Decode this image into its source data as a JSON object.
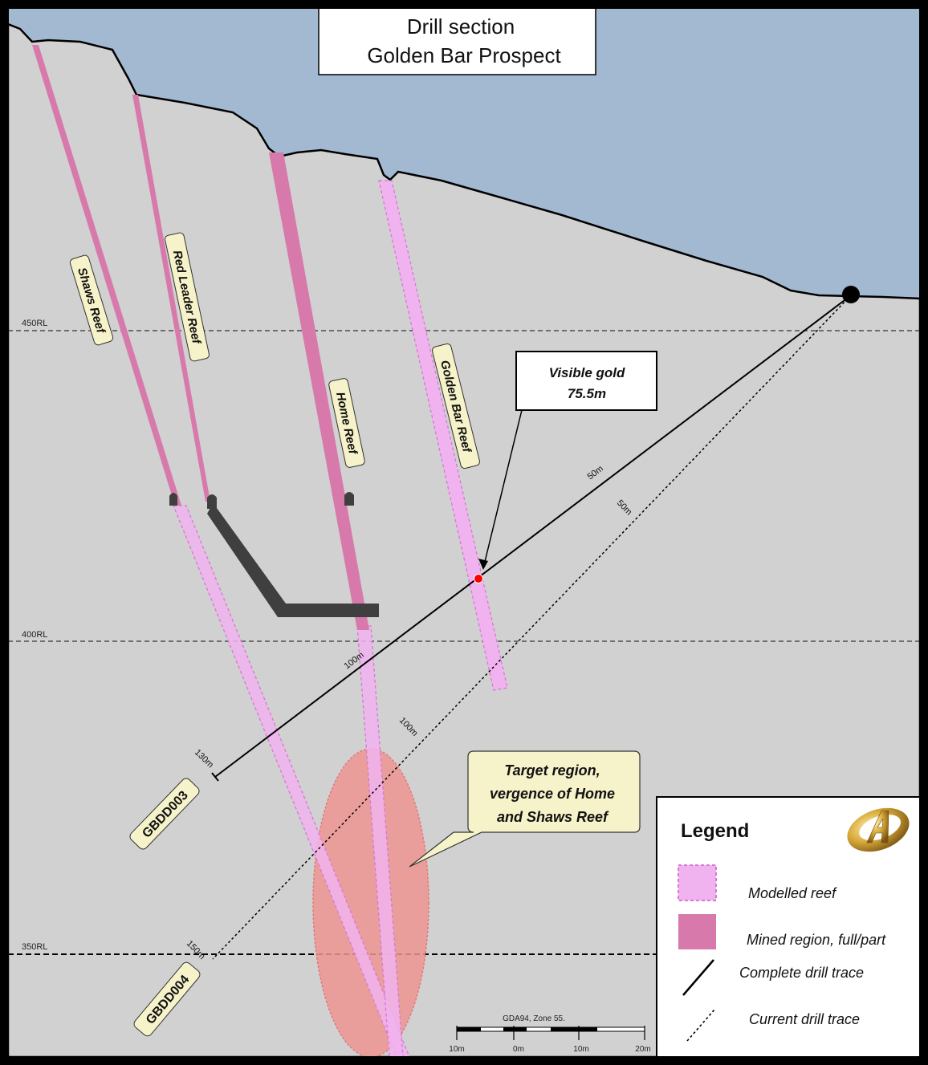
{
  "title": {
    "line1": "Drill section",
    "line2": "Golden Bar Prospect"
  },
  "levels": [
    "450RL",
    "400RL",
    "350RL"
  ],
  "reefs": [
    "Shaws Reef",
    "Red Leader Reef",
    "Home Reef",
    "Golden Bar Reef"
  ],
  "holes": [
    "GBDD003",
    "GBDD004"
  ],
  "depth_marks": {
    "gbdd003": [
      "50m",
      "100m",
      "130m"
    ],
    "gbdd004": [
      "50m",
      "100m",
      "150m"
    ]
  },
  "callouts": {
    "visible_gold": {
      "line1": "Visible gold",
      "line2": "75.5m"
    },
    "target": {
      "line1": "Target region,",
      "line2": "vergence of Home",
      "line3": "and Shaws Reef"
    }
  },
  "legend": {
    "title": "Legend",
    "items": [
      "Modelled reef",
      "Mined region, full/part",
      "Complete drill trace",
      "Current drill trace"
    ]
  },
  "scale": {
    "projection": "GDA94, Zone 55.",
    "ticks": [
      "10m",
      "0m",
      "10m",
      "20m"
    ]
  },
  "colors": {
    "sky": "#a3b8d1",
    "ground": "#d1d1d1",
    "modelled_reef": "#f1b3ef",
    "modelled_reef_border": "#d47ad2",
    "mined_reef": "#d779ab",
    "target_region": "#ee9592",
    "workings": "#3f3f3f",
    "visible_gold_dot": "#ff0000",
    "callout_fill": "#f6f2c9"
  },
  "icons": [
    "company-logo-icon",
    "collar-dot-icon"
  ]
}
